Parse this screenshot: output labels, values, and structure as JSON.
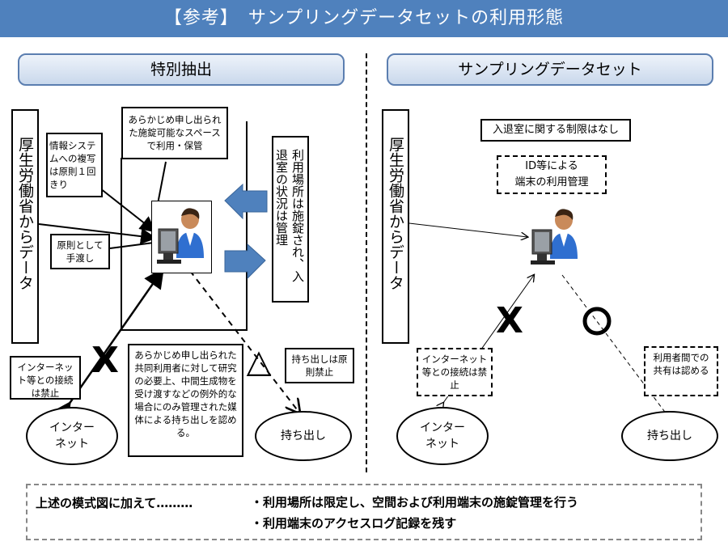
{
  "title": "【参考】　サンプリングデータセットの利用形態",
  "left": {
    "header": "特別抽出",
    "source": "厚生労働省からデータ",
    "space_note": "あらかじめ申し出られた施錠可能なスペースで利用・保管",
    "copy_note": "情報システムへの複写は原則１回きり",
    "handover_note": "原則として手渡し",
    "place_note": "利用場所は施錠され、入退室の状況は管理",
    "internet_note": "インターネット等との接続は禁止",
    "media_note": "あらかじめ申し出られた共同利用者に対して研究の必要上、中間生成物を受け渡すなどの例外的な場合にのみ管理された媒体による持ち出しを認める。",
    "takeout_note": "持ち出しは原則禁止",
    "internet_label": "インター\nネット",
    "takeout_label": "持ち出し",
    "x_mark": "X",
    "triangle_mark": "△"
  },
  "right": {
    "header": "サンプリングデータセット",
    "source": "厚生労働省からデータ",
    "no_restriction": "入退室に関する制限はなし",
    "id_note": "ID等による\n端末の利用管理",
    "internet_note": "インターネット等との接続は禁止",
    "share_note": "利用者間での共有は認める",
    "internet_label": "インター\nネット",
    "takeout_label": "持ち出し",
    "x_mark": "X"
  },
  "summary": {
    "lead": "上述の模式図に加えて………",
    "point1": "・利用場所は限定し、空間および利用端末の施錠管理を行う",
    "point2": "・利用端末のアクセスログ記録を残す"
  },
  "colors": {
    "title_bg": "#4f81bd",
    "arrow_blue": "#4f81bd",
    "header_border": "#5b7eb0"
  }
}
